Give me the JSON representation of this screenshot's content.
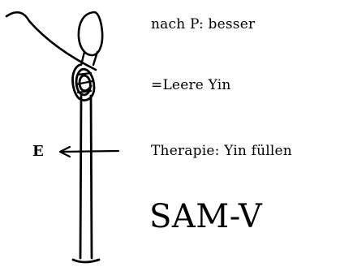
{
  "diagram": {
    "left_label": "E",
    "notes": [
      "nach P: besser",
      "=Leere Yin",
      "Therapie: Yin füllen"
    ],
    "code": "SAM-V",
    "ink_color": "#000000",
    "background_color": "#ffffff"
  }
}
